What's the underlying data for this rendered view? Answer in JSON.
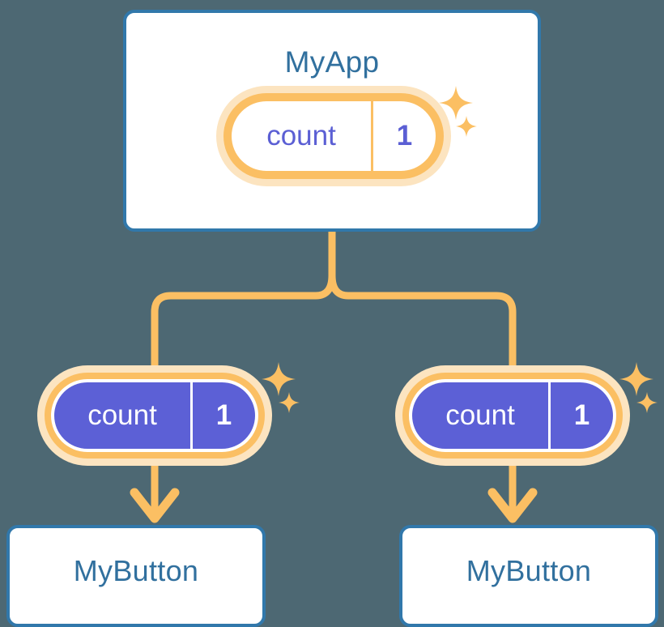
{
  "diagram": {
    "background_color": "#4d6873",
    "accent_orange": "#fbbf63",
    "accent_orange_soft": "#fce4c0",
    "accent_blue": "#3178ab",
    "title_blue": "#31709e",
    "accent_purple": "#5c60d6",
    "card_background": "#ffffff"
  },
  "root": {
    "title": "MyApp",
    "state": {
      "key": "count",
      "value": "1",
      "style": "light"
    },
    "sparkle_names": [
      "sparkle-large-icon",
      "sparkle-small-icon"
    ]
  },
  "children": [
    {
      "id": "left",
      "title": "MyButton",
      "state": {
        "key": "count",
        "value": "1",
        "style": "solid"
      },
      "sparkle_names": [
        "sparkle-large-icon",
        "sparkle-small-icon"
      ],
      "arrow_name": "arrow-down-icon"
    },
    {
      "id": "right",
      "title": "MyButton",
      "state": {
        "key": "count",
        "value": "1",
        "style": "solid"
      },
      "sparkle_names": [
        "sparkle-large-icon",
        "sparkle-small-icon"
      ],
      "arrow_name": "arrow-down-icon"
    }
  ],
  "connectors": {
    "trunk_name": "connector-trunk",
    "branch_left_name": "connector-branch-left",
    "branch_right_name": "connector-branch-right"
  }
}
